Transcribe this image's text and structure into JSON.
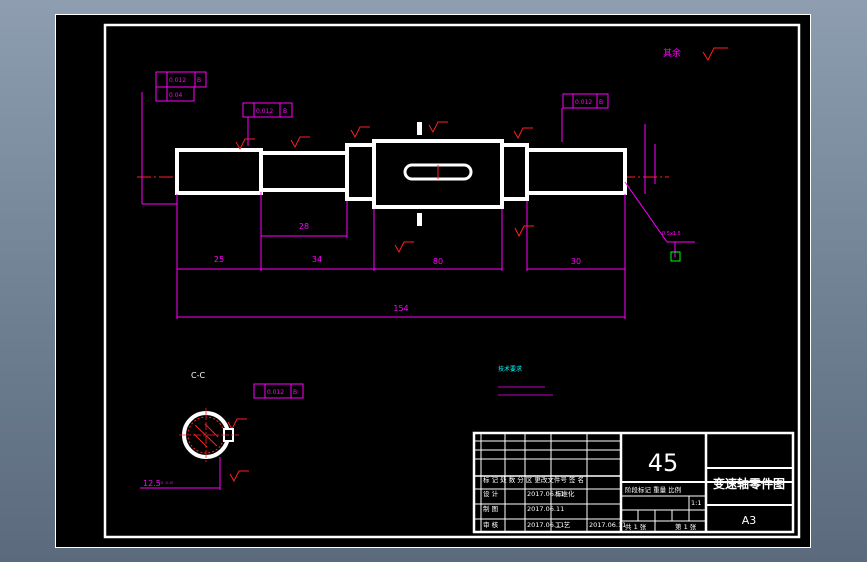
{
  "drawing": {
    "general_roughness": "其余",
    "dimensions": {
      "d25": "25",
      "d28": "28",
      "d34": "34",
      "d80": "80",
      "d30": "30",
      "d154": "154",
      "d12_5": "12.5",
      "tol_12_5": "0\n-0.10"
    },
    "tolerances": {
      "tl1_val": "0.012",
      "tl1_ref": "B",
      "tl2_val": "0.04",
      "tl3_val": "0.012",
      "tl3_ref": "B",
      "tl4_val": "0.012",
      "tl4_ref": "B",
      "tl5_val": "0.012",
      "tl5_ref": "B"
    },
    "section_label": "C-C",
    "chamfer_note": "0.5x1.5",
    "tech_req_title": "技术要求",
    "colors": {
      "frame": "#ffffff",
      "dimension": "#ff00ff",
      "centerline": "#ff2020",
      "roughness": "#ff2020",
      "cyan": "#00ffff",
      "yellow": "#ffff00",
      "green": "#00ff00"
    }
  },
  "title_block": {
    "material": "45",
    "part_name": "变速轴零件图",
    "sheet_size": "A3",
    "row_header": "标 记 处 数   分 区   更改文件号 签 名",
    "design_label": "设 计",
    "design_date": "2017.06.11",
    "design_std": "标准化",
    "drawing_label": "制 图",
    "drawing_date": "2017.06.11",
    "check_label": "审 核",
    "check_date": "2017.06.11",
    "approve_label": "工 艺",
    "approve_date": "2017.06.11",
    "stage_labels": "阶段标记  重量  比例",
    "scale": "1:1",
    "sheet_count": "共 1 张",
    "sheet_no": "第 1 张"
  }
}
